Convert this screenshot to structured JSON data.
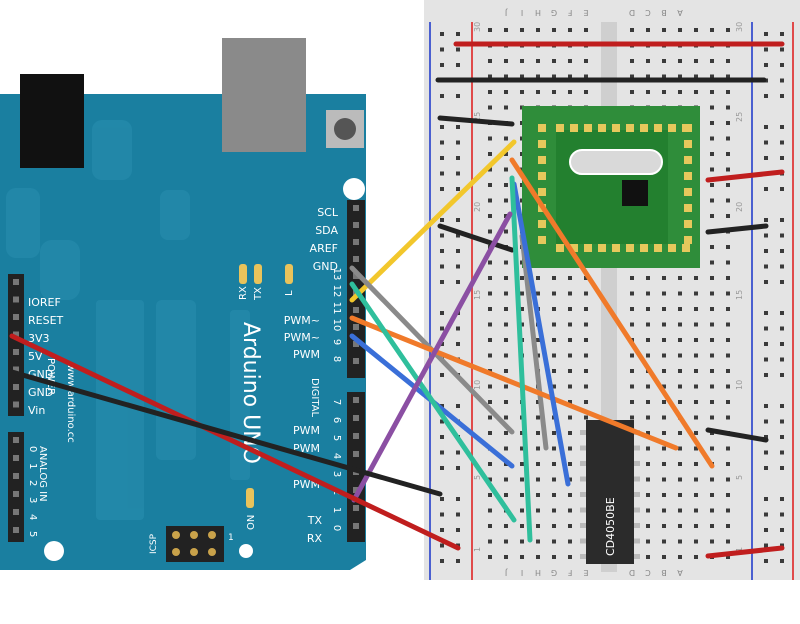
{
  "colors": {
    "board": "#1a7fa0",
    "board_dark": "#0f6687",
    "breadboard": "#e3e3e3",
    "rail_red": "#d92b2b",
    "rail_blue": "#3d57c9",
    "module_green": "#2f8d3a",
    "chip": "#2b2b2b"
  },
  "arduino": {
    "brand": "Arduino UNO",
    "url": "www.arduino.cc",
    "icsp": "ICSP",
    "icsp_num": "1",
    "on_label": "ON",
    "l_label": "L",
    "rx_led": "RX",
    "tx_led": "TX",
    "digital_label": "DIGITAL",
    "power_labels": [
      "IOREF",
      "RESET",
      "3V3",
      "5V",
      "GND",
      "GND",
      "Vin"
    ],
    "power_title": "POWER",
    "analog_title": "ANALOG IN",
    "analog_pins": [
      "0",
      "1",
      "2",
      "3",
      "4",
      "5"
    ],
    "right_top_labels": [
      "SCL",
      "SDA",
      "AREF",
      "GND"
    ],
    "pin_labels_upper": [
      "13",
      "12",
      "11",
      "10",
      "9",
      "8"
    ],
    "pin_labels_lower": [
      "7",
      "6",
      "5",
      "4",
      "3",
      "2",
      "1",
      "0"
    ],
    "pwm_label": "PWM~",
    "pwm_short": "PWM",
    "tx_pin": "TX",
    "rx_pin": "RX"
  },
  "breadboard": {
    "column_letters_top": [
      "J",
      "I",
      "H",
      "G",
      "F",
      "E",
      "D",
      "C",
      "B",
      "A"
    ],
    "row_numbers": [
      "30",
      "25",
      "20",
      "15",
      "10",
      "5",
      "1"
    ]
  },
  "chip": {
    "label": "CD4050BE"
  },
  "wires": [
    {
      "name": "red-power-wire",
      "color": "#c01e1e"
    },
    {
      "name": "black-ground-wire",
      "color": "#222222"
    },
    {
      "name": "yellow-wire",
      "color": "#f2c72c"
    },
    {
      "name": "gray-wire",
      "color": "#8a8a8a"
    },
    {
      "name": "orange-wire",
      "color": "#f07a2a"
    },
    {
      "name": "blue-wire",
      "color": "#3a6fd8"
    },
    {
      "name": "teal-wire",
      "color": "#2fbf9c"
    },
    {
      "name": "purple-wire",
      "color": "#8b4fa3"
    }
  ]
}
